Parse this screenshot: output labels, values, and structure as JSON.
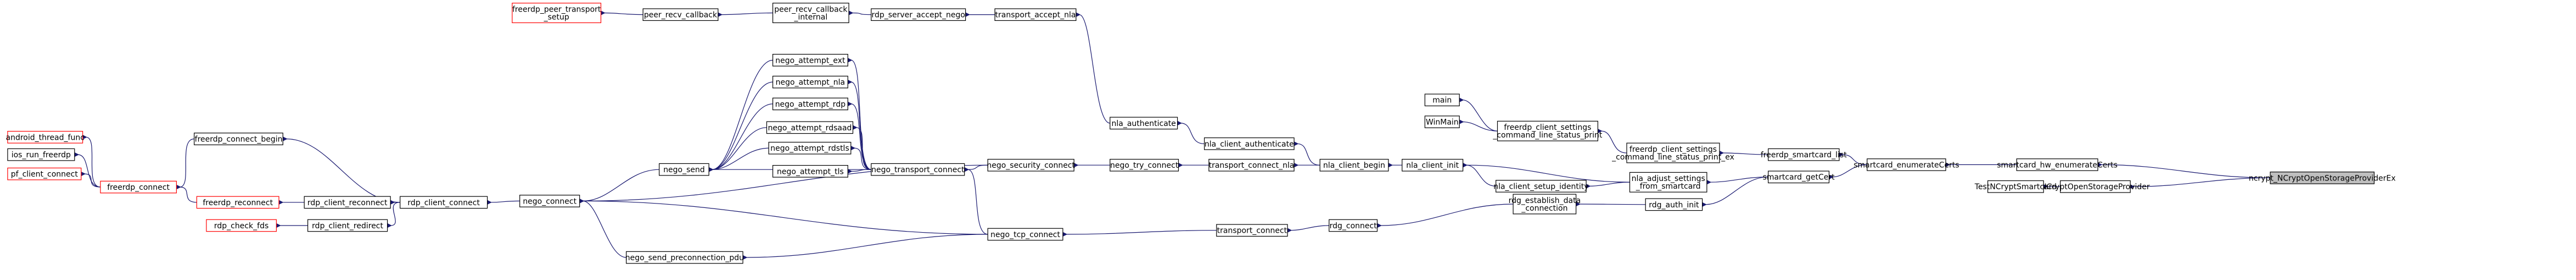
{
  "graph": {
    "nodes": [
      {
        "id": "ncrypt_open_ex",
        "lines": [
          "ncrypt_NCryptOpenStorageProviderEx"
        ],
        "focus": true
      },
      {
        "id": "smartcard_hw_enum",
        "lines": [
          "smartcard_hw_enumerateCerts"
        ]
      },
      {
        "id": "ncrypt_open",
        "lines": [
          "NCryptOpenStorageProvider"
        ]
      },
      {
        "id": "test_ncrypt_smartcard",
        "lines": [
          "TestNCryptSmartcard"
        ]
      },
      {
        "id": "smartcard_enum",
        "lines": [
          "smartcard_enumerateCerts"
        ]
      },
      {
        "id": "smartcard_getcert",
        "lines": [
          "smartcard_getCert"
        ]
      },
      {
        "id": "freerdp_smartcard_list",
        "lines": [
          "freerdp_smartcard_list"
        ]
      },
      {
        "id": "cmdline_print_ex",
        "lines": [
          "freerdp_client_settings",
          "_command_line_status_print_ex"
        ]
      },
      {
        "id": "cmdline_print",
        "lines": [
          "freerdp_client_settings",
          "_command_line_status_print"
        ]
      },
      {
        "id": "main",
        "lines": [
          "main"
        ]
      },
      {
        "id": "winmain",
        "lines": [
          "WinMain"
        ]
      },
      {
        "id": "nla_adjust",
        "lines": [
          "nla_adjust_settings",
          "_from_smartcard"
        ]
      },
      {
        "id": "rdg_auth_init",
        "lines": [
          "rdg_auth_init"
        ]
      },
      {
        "id": "nla_client_init",
        "lines": [
          "nla_client_init"
        ]
      },
      {
        "id": "nla_setup_identity",
        "lines": [
          "nla_client_setup_identity"
        ]
      },
      {
        "id": "rdg_establish",
        "lines": [
          "rdg_establish_data",
          "_connection"
        ]
      },
      {
        "id": "nla_client_begin",
        "lines": [
          "nla_client_begin"
        ]
      },
      {
        "id": "rdg_connect",
        "lines": [
          "rdg_connect"
        ]
      },
      {
        "id": "nla_client_auth",
        "lines": [
          "nla_client_authenticate"
        ]
      },
      {
        "id": "transport_connect_nla",
        "lines": [
          "transport_connect_nla"
        ]
      },
      {
        "id": "transport_connect",
        "lines": [
          "transport_connect"
        ]
      },
      {
        "id": "nla_authenticate",
        "lines": [
          "nla_authenticate"
        ]
      },
      {
        "id": "nego_try_connect",
        "lines": [
          "nego_try_connect"
        ]
      },
      {
        "id": "nego_tcp_connect",
        "lines": [
          "nego_tcp_connect"
        ]
      },
      {
        "id": "transport_accept_nla",
        "lines": [
          "transport_accept_nla"
        ]
      },
      {
        "id": "nego_security_connect",
        "lines": [
          "nego_security_connect"
        ]
      },
      {
        "id": "rdp_server_accept_nego",
        "lines": [
          "rdp_server_accept_nego"
        ]
      },
      {
        "id": "nego_transport_connect",
        "lines": [
          "nego_transport_connect"
        ]
      },
      {
        "id": "peer_recv_cb_internal",
        "lines": [
          "peer_recv_callback",
          "_internal"
        ]
      },
      {
        "id": "nego_attempt_ext",
        "lines": [
          "nego_attempt_ext"
        ]
      },
      {
        "id": "nego_attempt_nla",
        "lines": [
          "nego_attempt_nla"
        ]
      },
      {
        "id": "nego_attempt_rdp",
        "lines": [
          "nego_attempt_rdp"
        ]
      },
      {
        "id": "nego_attempt_rdsaad",
        "lines": [
          "nego_attempt_rdsaad"
        ]
      },
      {
        "id": "nego_attempt_rdstls",
        "lines": [
          "nego_attempt_rdstls"
        ]
      },
      {
        "id": "nego_attempt_tls",
        "lines": [
          "nego_attempt_tls"
        ]
      },
      {
        "id": "peer_recv_cb",
        "lines": [
          "peer_recv_callback"
        ]
      },
      {
        "id": "nego_send",
        "lines": [
          "nego_send"
        ]
      },
      {
        "id": "nego_send_precon",
        "lines": [
          "nego_send_preconnection_pdu"
        ]
      },
      {
        "id": "freerdp_peer_transport_setup",
        "lines": [
          "freerdp_peer_transport",
          "_setup"
        ],
        "red": true
      },
      {
        "id": "nego_connect",
        "lines": [
          "nego_connect"
        ]
      },
      {
        "id": "rdp_client_connect",
        "lines": [
          "rdp_client_connect"
        ]
      },
      {
        "id": "freerdp_connect_begin",
        "lines": [
          "freerdp_connect_begin"
        ]
      },
      {
        "id": "rdp_client_reconnect",
        "lines": [
          "rdp_client_reconnect"
        ]
      },
      {
        "id": "rdp_client_redirect",
        "lines": [
          "rdp_client_redirect"
        ]
      },
      {
        "id": "freerdp_connect",
        "lines": [
          "freerdp_connect"
        ],
        "red": true
      },
      {
        "id": "freerdp_reconnect",
        "lines": [
          "freerdp_reconnect"
        ],
        "red": true
      },
      {
        "id": "rdp_check_fds",
        "lines": [
          "rdp_check_fds"
        ],
        "red": true
      },
      {
        "id": "android_thread_func",
        "lines": [
          "android_thread_func"
        ],
        "red": true
      },
      {
        "id": "ios_run_freerdp",
        "lines": [
          "ios_run_freerdp"
        ]
      },
      {
        "id": "pf_client_connect",
        "lines": [
          "pf_client_connect"
        ],
        "red": true
      }
    ]
  }
}
